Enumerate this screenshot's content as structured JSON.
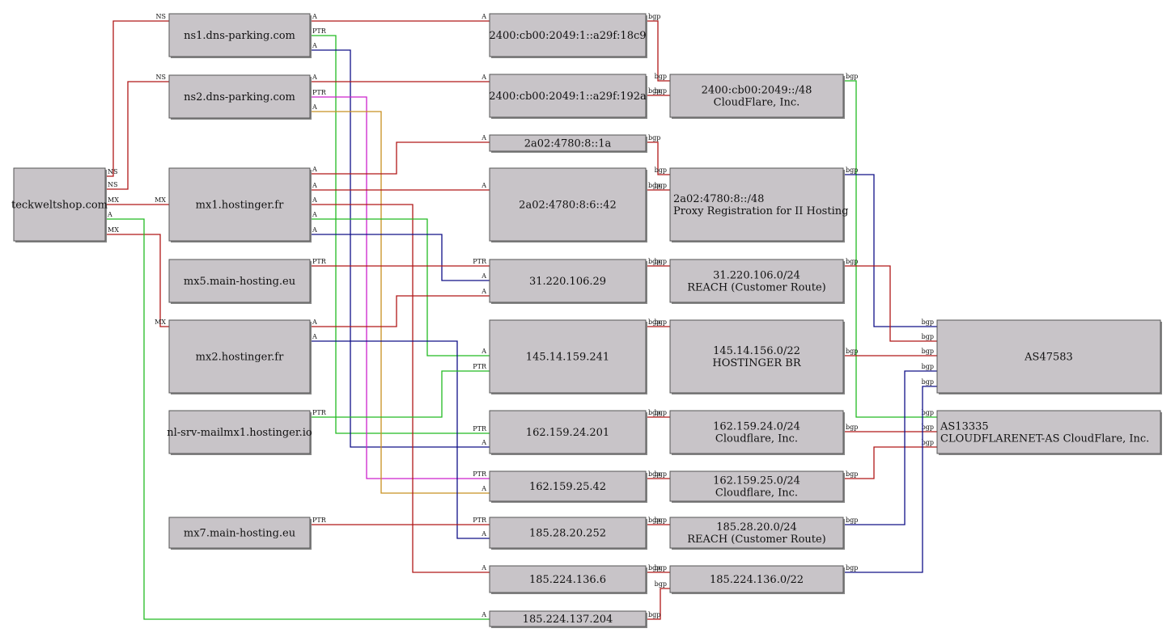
{
  "colors": {
    "red": "#b01818",
    "green": "#22bb22",
    "blue": "#101088",
    "magenta": "#cc22cc",
    "orange": "#c89020"
  },
  "nodes": {
    "teckweltshop": {
      "lines": [
        "teckweltshop.com"
      ]
    },
    "ns1": {
      "lines": [
        "ns1.dns-parking.com"
      ]
    },
    "ns2": {
      "lines": [
        "ns2.dns-parking.com"
      ]
    },
    "mx1": {
      "lines": [
        "mx1.hostinger.fr"
      ]
    },
    "mx5": {
      "lines": [
        "mx5.main-hosting.eu"
      ]
    },
    "mx2": {
      "lines": [
        "mx2.hostinger.fr"
      ]
    },
    "nlsrv": {
      "lines": [
        "nl-srv-mailmx1.hostinger.io"
      ]
    },
    "mx7": {
      "lines": [
        "mx7.main-hosting.eu"
      ]
    },
    "ip_18c9": {
      "lines": [
        "2400:cb00:2049:1::a29f:18c9"
      ]
    },
    "ip_192a": {
      "lines": [
        "2400:cb00:2049:1::a29f:192a"
      ]
    },
    "ip_1a": {
      "lines": [
        "2a02:4780:8::1a"
      ]
    },
    "ip_42": {
      "lines": [
        "2a02:4780:8:6::42"
      ]
    },
    "ip_31": {
      "lines": [
        "31.220.106.29"
      ]
    },
    "ip_145": {
      "lines": [
        "145.14.159.241"
      ]
    },
    "ip_162_201": {
      "lines": [
        "162.159.24.201"
      ]
    },
    "ip_162_42": {
      "lines": [
        "162.159.25.42"
      ]
    },
    "ip_185_252": {
      "lines": [
        "185.28.20.252"
      ]
    },
    "ip_185_6": {
      "lines": [
        "185.224.136.6"
      ]
    },
    "ip_185_204": {
      "lines": [
        "185.224.137.204"
      ]
    },
    "net_cf6": {
      "lines": [
        "2400:cb00:2049::/48",
        "CloudFlare, Inc."
      ]
    },
    "net_h6": {
      "lines": [
        "2a02:4780:8::/48",
        "Proxy Registration for II Hosting"
      ]
    },
    "net_31": {
      "lines": [
        "31.220.106.0/24",
        "REACH (Customer Route)"
      ]
    },
    "net_145": {
      "lines": [
        "145.14.156.0/22",
        "HOSTINGER BR"
      ]
    },
    "net_16224": {
      "lines": [
        "162.159.24.0/24",
        "Cloudflare, Inc."
      ]
    },
    "net_16225": {
      "lines": [
        "162.159.25.0/24",
        "Cloudflare, Inc."
      ]
    },
    "net_185_28": {
      "lines": [
        "185.28.20.0/24",
        "REACH (Customer Route)"
      ]
    },
    "net_185_224": {
      "lines": [
        "185.224.136.0/22"
      ]
    },
    "as47583": {
      "lines": [
        "AS47583"
      ]
    },
    "as13335": {
      "lines": [
        "AS13335",
        "CLOUDFLARENET-AS CloudFlare, Inc."
      ]
    }
  },
  "edge_labels": {
    "ns": "NS",
    "mx": "MX",
    "a": "A",
    "ptr": "PTR",
    "bgp": "bgp"
  },
  "edges": [
    {
      "from": "teckweltshop",
      "to": "ns1",
      "label": "ns",
      "color": "red"
    },
    {
      "from": "teckweltshop",
      "to": "ns2",
      "label": "ns",
      "color": "red"
    },
    {
      "from": "teckweltshop",
      "to": "mx1",
      "label": "mx",
      "color": "red"
    },
    {
      "from": "teckweltshop",
      "to": "mx2",
      "label": "mx",
      "color": "red"
    },
    {
      "from": "teckweltshop",
      "to": "ip_185_204",
      "label": "a",
      "color": "green"
    },
    {
      "from": "ns1",
      "to": "ip_18c9",
      "label": "a",
      "color": "red"
    },
    {
      "from": "ns1",
      "to": "ip_162_201",
      "label": "ptr",
      "color": "green"
    },
    {
      "from": "ns1",
      "to": "ip_162_201",
      "label": "a",
      "color": "blue"
    },
    {
      "from": "ns2",
      "to": "ip_192a",
      "label": "a",
      "color": "red"
    },
    {
      "from": "ns2",
      "to": "ip_162_42",
      "label": "ptr",
      "color": "magenta"
    },
    {
      "from": "ns2",
      "to": "ip_162_42",
      "label": "a",
      "color": "orange"
    },
    {
      "from": "mx1",
      "to": "ip_1a",
      "label": "a",
      "color": "red"
    },
    {
      "from": "mx1",
      "to": "ip_42",
      "label": "a",
      "color": "red"
    },
    {
      "from": "mx1",
      "to": "ip_185_6",
      "label": "a",
      "color": "red"
    },
    {
      "from": "mx1",
      "to": "ip_145",
      "label": "a",
      "color": "green"
    },
    {
      "from": "mx1",
      "to": "ip_31",
      "label": "a",
      "color": "blue"
    },
    {
      "from": "mx5",
      "to": "ip_31",
      "label": "ptr",
      "color": "red"
    },
    {
      "from": "mx2",
      "to": "ip_31",
      "label": "a",
      "color": "red"
    },
    {
      "from": "mx2",
      "to": "ip_185_252",
      "label": "a",
      "color": "blue"
    },
    {
      "from": "nlsrv",
      "to": "ip_145",
      "label": "ptr",
      "color": "green"
    },
    {
      "from": "mx7",
      "to": "ip_185_252",
      "label": "ptr",
      "color": "red"
    },
    {
      "from": "ip_18c9",
      "to": "net_cf6",
      "label": "bgp",
      "color": "red"
    },
    {
      "from": "ip_192a",
      "to": "net_cf6",
      "label": "bgp",
      "color": "red"
    },
    {
      "from": "ip_1a",
      "to": "net_h6",
      "label": "bgp",
      "color": "red"
    },
    {
      "from": "ip_42",
      "to": "net_h6",
      "label": "bgp",
      "color": "red"
    },
    {
      "from": "ip_31",
      "to": "net_31",
      "label": "bgp",
      "color": "red"
    },
    {
      "from": "ip_145",
      "to": "net_145",
      "label": "bgp",
      "color": "red"
    },
    {
      "from": "ip_162_201",
      "to": "net_16224",
      "label": "bgp",
      "color": "red"
    },
    {
      "from": "ip_162_42",
      "to": "net_16225",
      "label": "bgp",
      "color": "red"
    },
    {
      "from": "ip_185_252",
      "to": "net_185_28",
      "label": "bgp",
      "color": "red"
    },
    {
      "from": "ip_185_6",
      "to": "net_185_224",
      "label": "bgp",
      "color": "red"
    },
    {
      "from": "ip_185_204",
      "to": "net_185_224",
      "label": "bgp",
      "color": "red"
    },
    {
      "from": "net_cf6",
      "to": "as13335",
      "label": "bgp",
      "color": "green"
    },
    {
      "from": "net_h6",
      "to": "as47583",
      "label": "bgp",
      "color": "blue"
    },
    {
      "from": "net_31",
      "to": "as47583",
      "label": "bgp",
      "color": "red"
    },
    {
      "from": "net_145",
      "to": "as47583",
      "label": "bgp",
      "color": "red"
    },
    {
      "from": "net_16224",
      "to": "as13335",
      "label": "bgp",
      "color": "red"
    },
    {
      "from": "net_16225",
      "to": "as13335",
      "label": "bgp",
      "color": "red"
    },
    {
      "from": "net_185_28",
      "to": "as47583",
      "label": "bgp",
      "color": "blue"
    },
    {
      "from": "net_185_224",
      "to": "as47583",
      "label": "bgp",
      "color": "blue"
    }
  ]
}
